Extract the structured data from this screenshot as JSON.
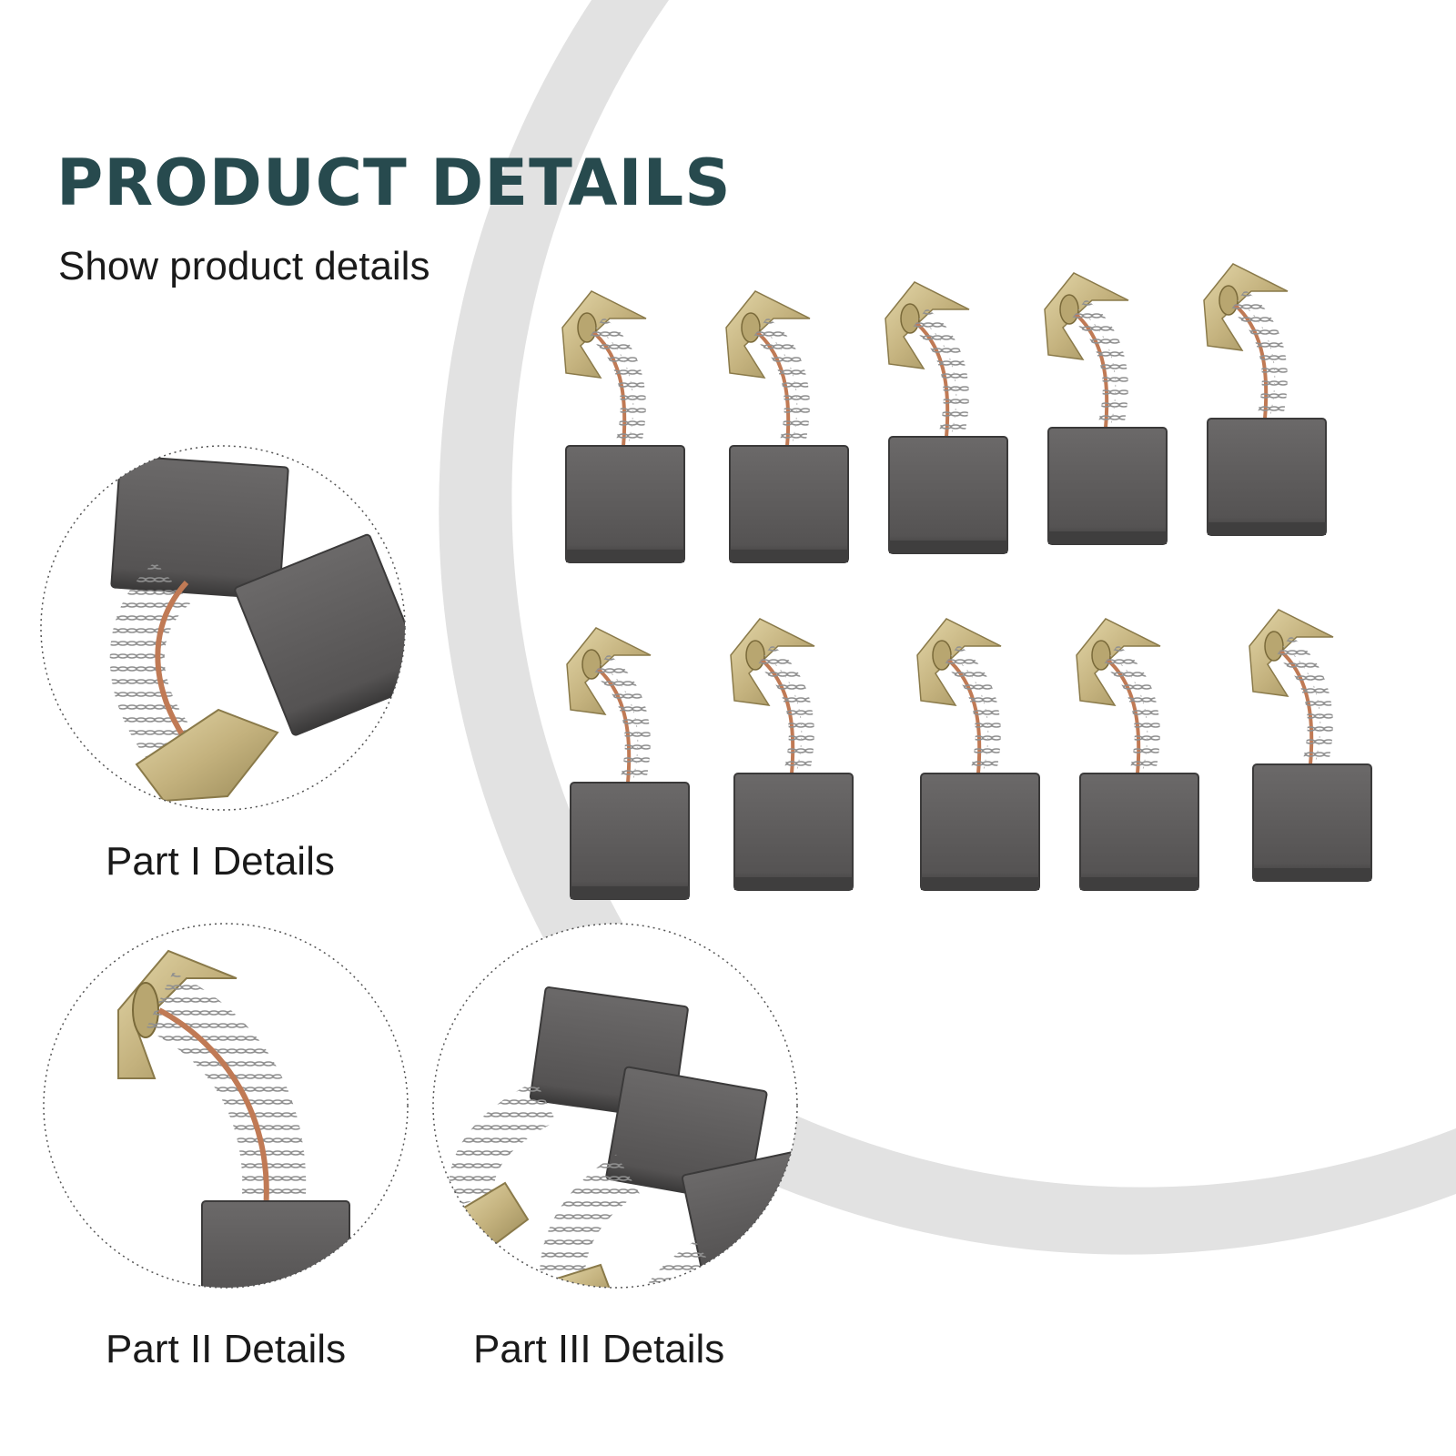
{
  "heading": "PRODUCT DETAILS",
  "subheading": "Show product details",
  "details": [
    {
      "label": "Part I Details"
    },
    {
      "label": "Part II Details"
    },
    {
      "label": "Part III Details"
    }
  ],
  "colors": {
    "heading": "#274a4e",
    "text": "#1a1a1a",
    "arc": "#dcdcdc",
    "carbon": "#5e5c5c",
    "brass": "#c9b98a",
    "copper": "#c07a55",
    "spring": "#9a9a9a"
  }
}
